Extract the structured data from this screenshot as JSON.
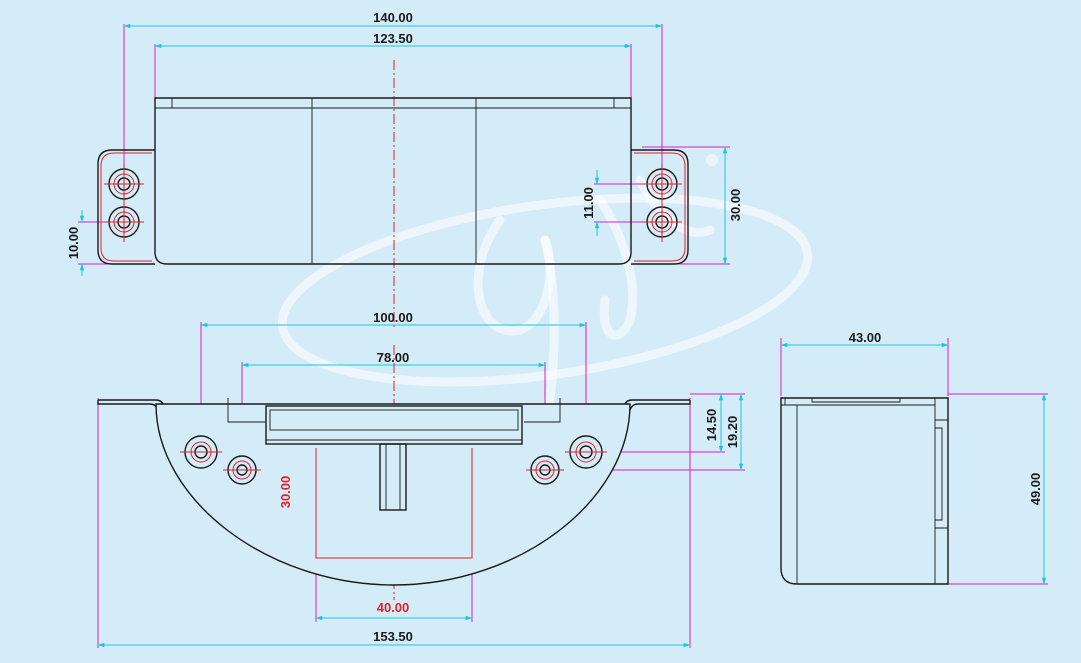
{
  "colors": {
    "background": "#d4ecf8",
    "outline": "#1a1a1a",
    "extension_line": "#e11ad6",
    "dimension_line": "#17c7e0",
    "highlight": "#e0202a"
  },
  "top_view": {
    "overall_width": "140.00",
    "body_width": "123.50",
    "hole_diameter_vertical": "11.00",
    "bracket_height": "30.00",
    "flange_thickness": "10.00"
  },
  "front_view": {
    "hole_spacing_outer": "100.00",
    "hole_spacing_inner": "78.00",
    "strike_depth": "30.00",
    "strike_width": "40.00",
    "overall_width": "153.50",
    "hole_offset_a": "14.50",
    "hole_offset_b": "19.20"
  },
  "side_view": {
    "depth": "43.00",
    "height": "49.00"
  }
}
